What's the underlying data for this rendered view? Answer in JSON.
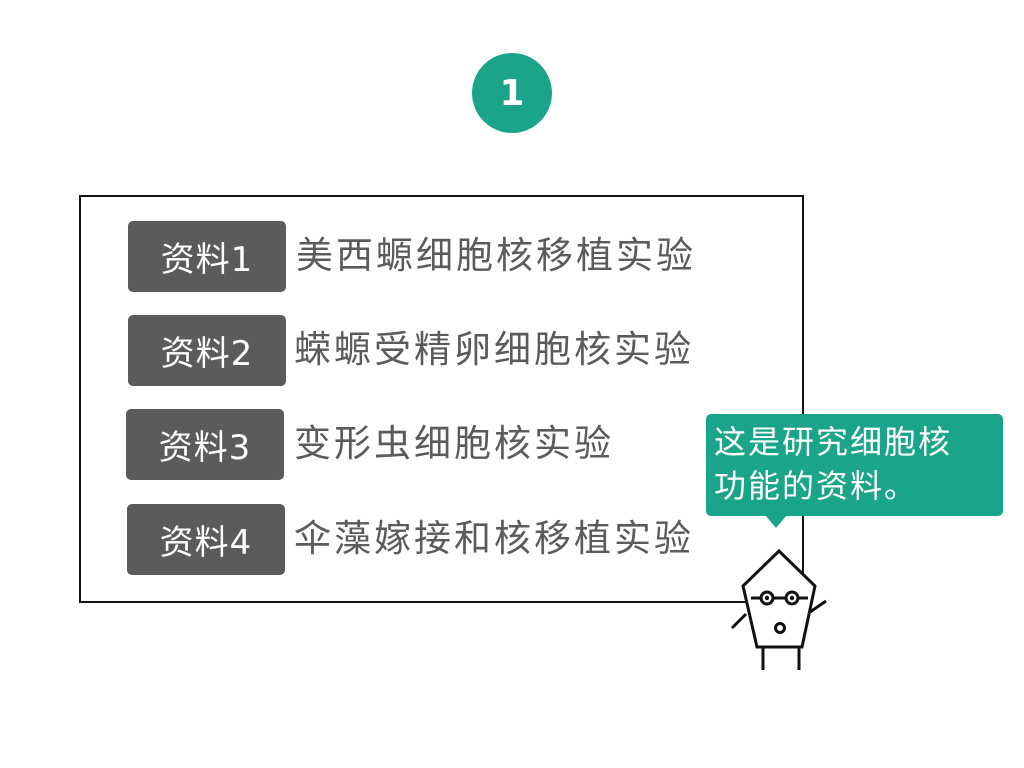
{
  "step": {
    "number": "1",
    "color": "#1aa58a"
  },
  "materials": [
    {
      "label": "资料1",
      "description": "美西螈细胞核移植实验"
    },
    {
      "label": "资料2",
      "description": "蝾螈受精卵细胞核实验"
    },
    {
      "label": "资料3",
      "description": "变形虫细胞核实验"
    },
    {
      "label": "资料4",
      "description": "伞藻嫁接和核移植实验"
    }
  ],
  "speech_bubble": {
    "line1": "这是研究细胞核",
    "line2": "功能的资料。",
    "color": "#1aa58a"
  },
  "colors": {
    "label_bg": "#5b5b5b",
    "text": "#5b5b5b",
    "frame_border": "#111111"
  },
  "mascot": {
    "icon": "pentagon-character-with-glasses-icon"
  }
}
